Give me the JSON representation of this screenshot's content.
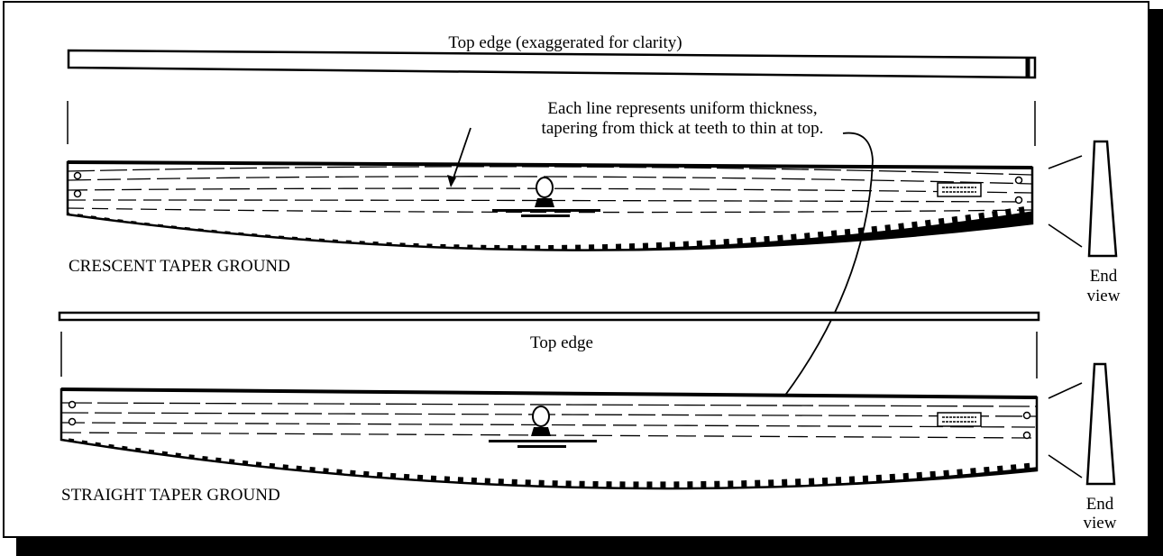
{
  "top_panel": {
    "top_edge_caption": "Top edge (exaggerated for clarity)",
    "annotation_line1": "Each line represents uniform thickness,",
    "annotation_line2": "tapering from thick at teeth to thin at top.",
    "saw_label": "CRESCENT TAPER GROUND",
    "end_view_line1": "End",
    "end_view_line2": "view"
  },
  "bottom_panel": {
    "top_edge_caption": "Top edge",
    "saw_label": "STRAIGHT TAPER GROUND",
    "end_view_line1": "End",
    "end_view_line2": "view"
  },
  "colors": {
    "ink": "#000000",
    "paper": "#ffffff"
  }
}
